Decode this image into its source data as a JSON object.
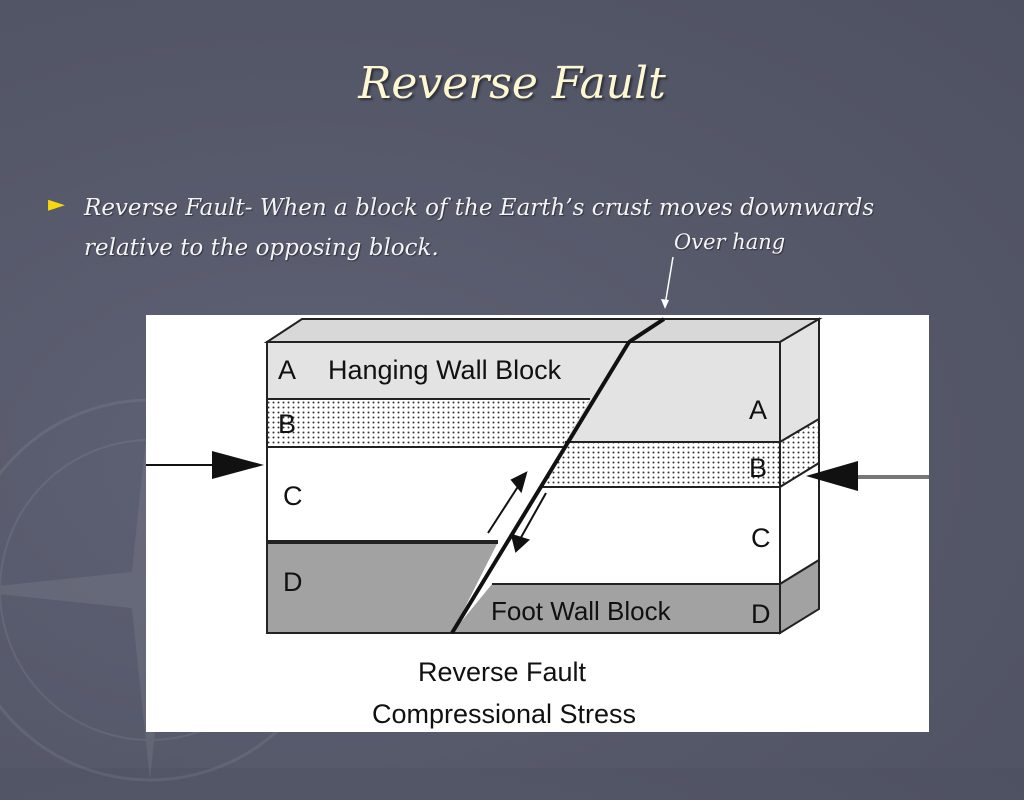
{
  "slide": {
    "title": "Reverse Fault",
    "bullet_text": "Reverse Fault- When a block of the Earth’s crust moves downwards relative to the opposing block.",
    "callout": "Over hang"
  },
  "diagram": {
    "hanging_wall_label": "Hanging Wall Block",
    "foot_wall_label": "Foot Wall Block",
    "layers_left": [
      "A",
      "B",
      "C",
      "D"
    ],
    "layers_right": [
      "A",
      "B",
      "C",
      "D"
    ],
    "caption_line1": "Reverse  Fault",
    "caption_line2": "Compressional Stress"
  },
  "colors": {
    "title": "#fdf8d2",
    "bullet_marker": "#f5d90f",
    "background": "#575a6b",
    "layer_light": "#e3e3e3",
    "layer_dark": "#a2a2a2"
  }
}
